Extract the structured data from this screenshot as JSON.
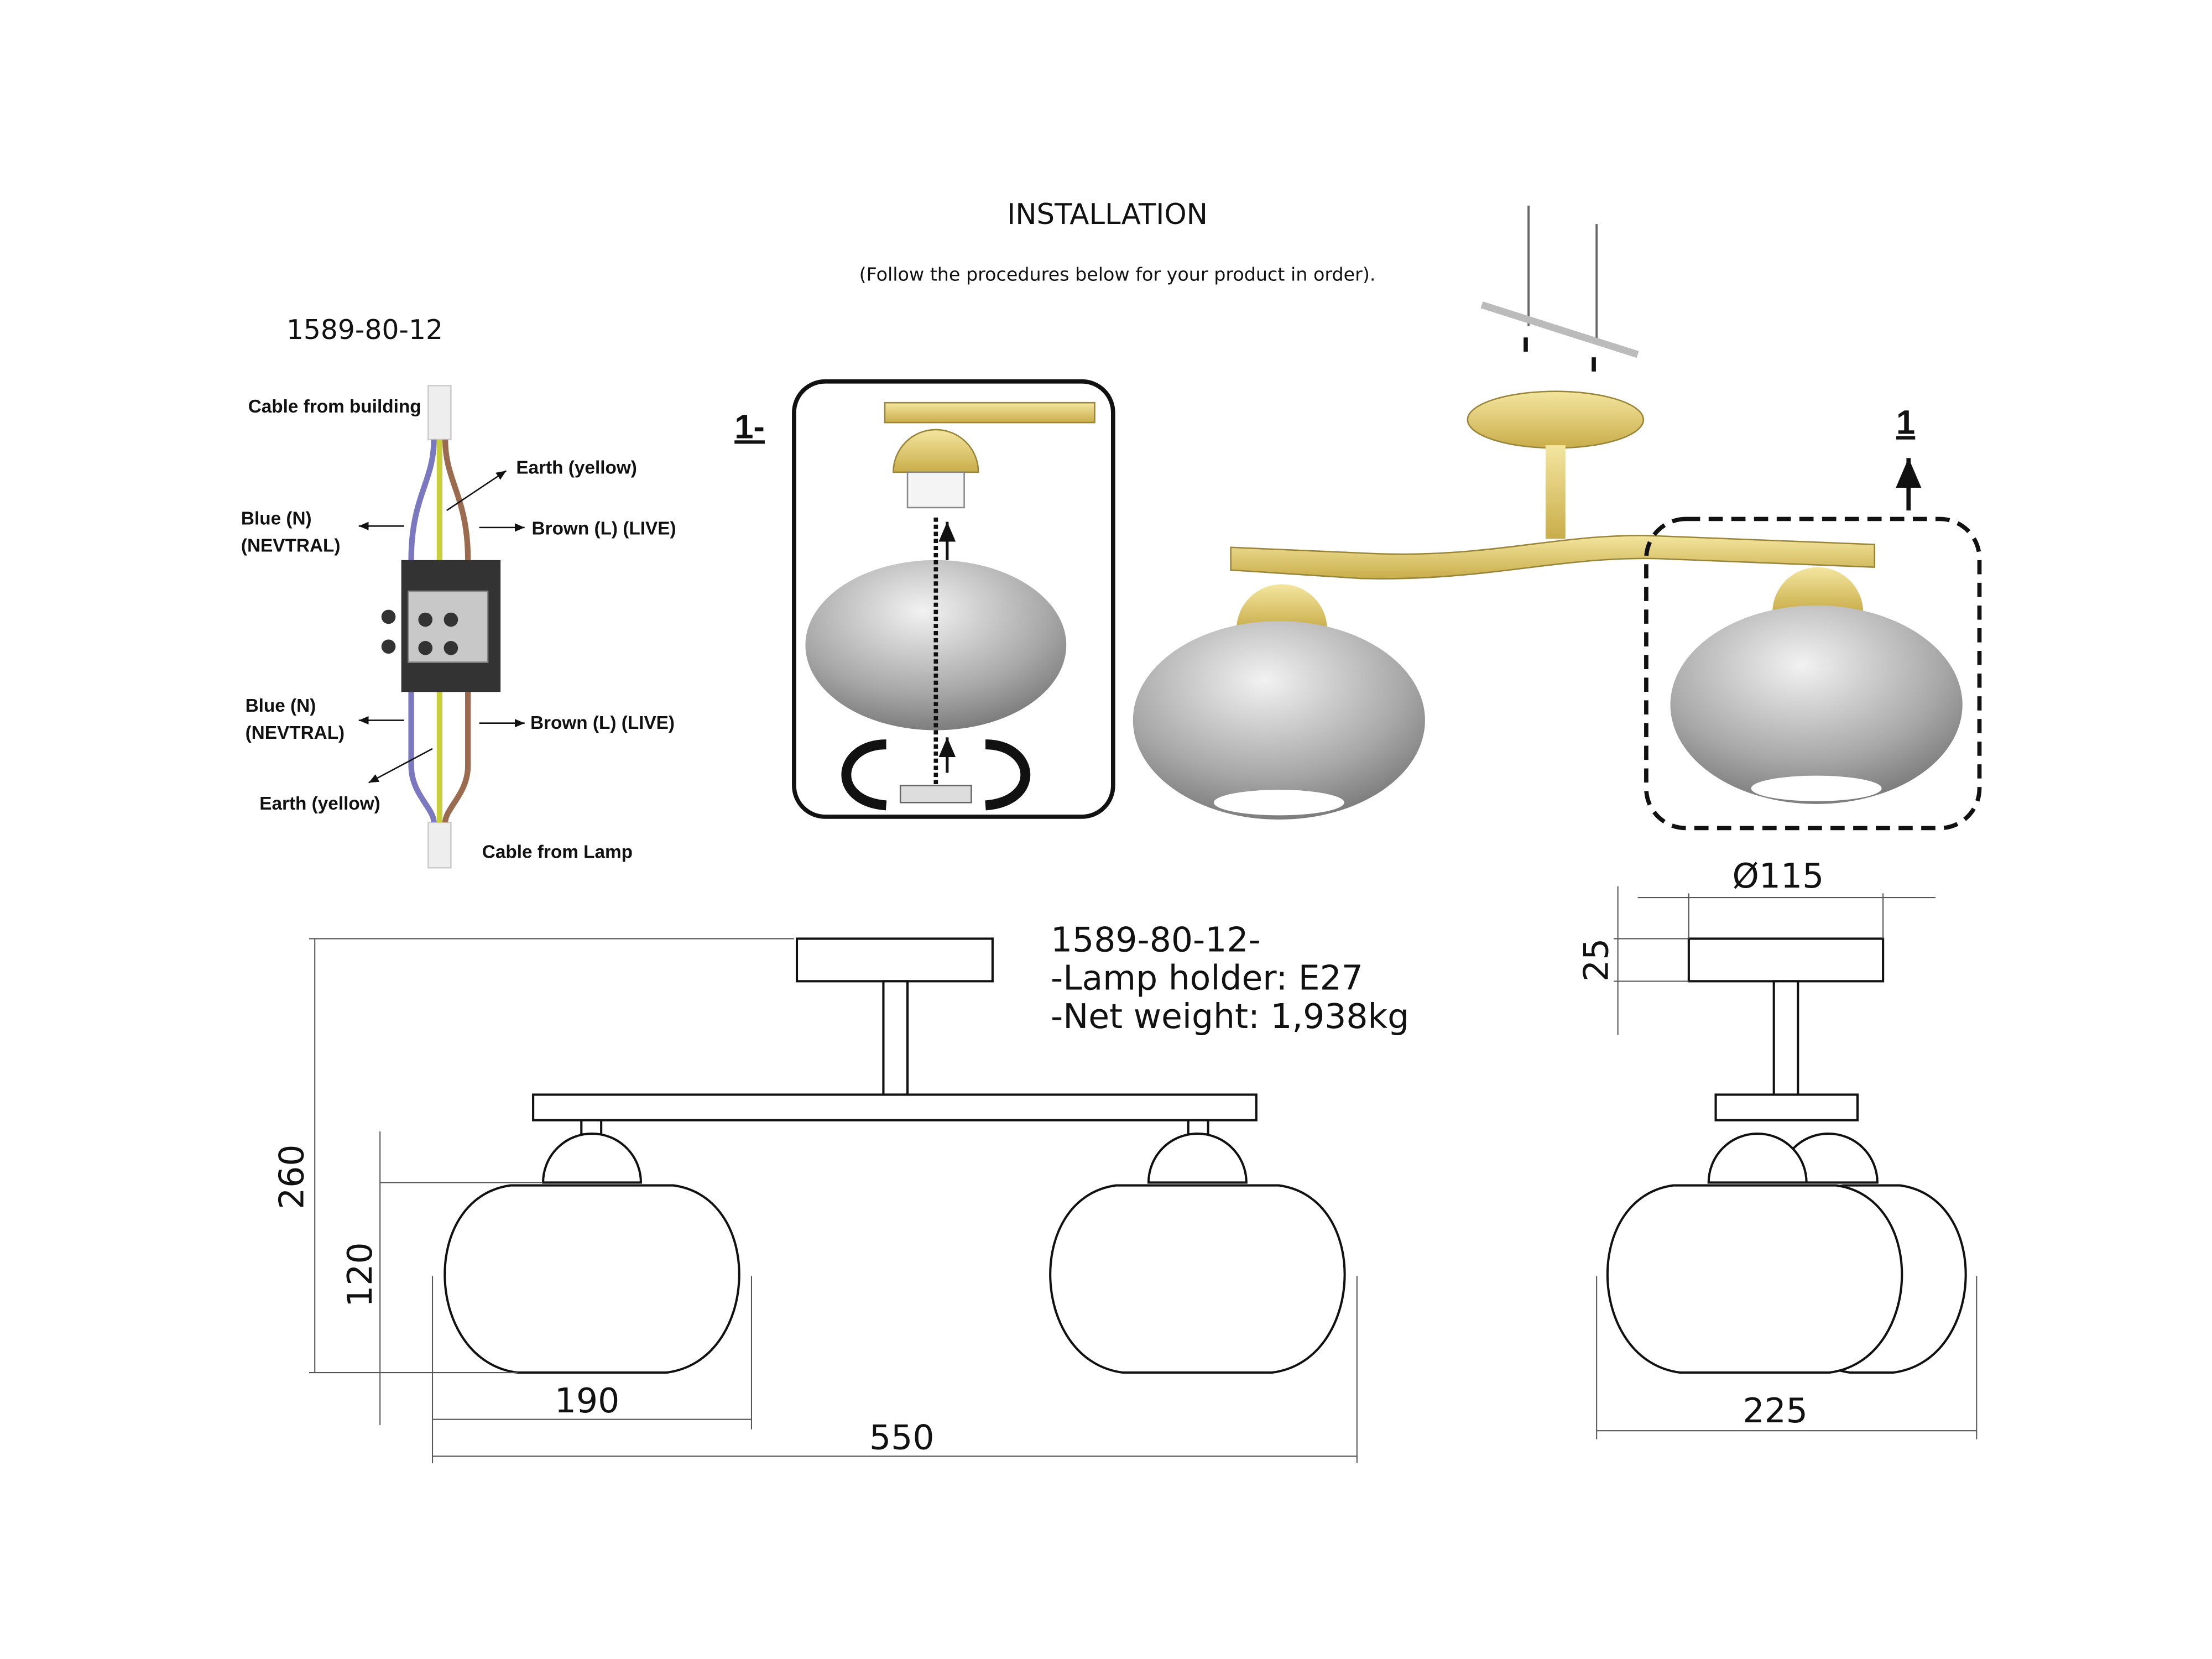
{
  "header": {
    "title": "INSTALLATION",
    "subtitle": "(Follow the procedures below for your product in order)."
  },
  "wiring": {
    "model": "1589-80-12",
    "cable_from_building": "Cable from building",
    "earth_top": "Earth (yellow)",
    "blue_top": [
      "Blue (N)",
      "(NEVTRAL)"
    ],
    "brown_top": "Brown (L) (LIVE)",
    "blue_bottom": [
      "Blue (N)",
      "(NEVTRAL)"
    ],
    "brown_bottom": "Brown (L) (LIVE)",
    "earth_bottom": "Earth (yellow)",
    "cable_from_lamp": "Cable from Lamp",
    "wire_colors": {
      "blue": "#7b78c0",
      "yellow": "#c9cf3a",
      "brown": "#9a6b4f"
    }
  },
  "steps": {
    "step_box_label": "1-",
    "step_marker_label": "1"
  },
  "specs": {
    "model": "1589-80-12-",
    "lamp_holder": "-Lamp holder: E27",
    "net_weight": "-Net weight: 1,938kg"
  },
  "dimensions": {
    "height_total": "260",
    "shade_height": "120",
    "shade_width": "190",
    "total_width": "550",
    "canopy_diameter": "Ø115",
    "canopy_height": "25",
    "depth": "225"
  },
  "colors": {
    "brass": "#d8c060",
    "glass": "#9a9a9a"
  }
}
